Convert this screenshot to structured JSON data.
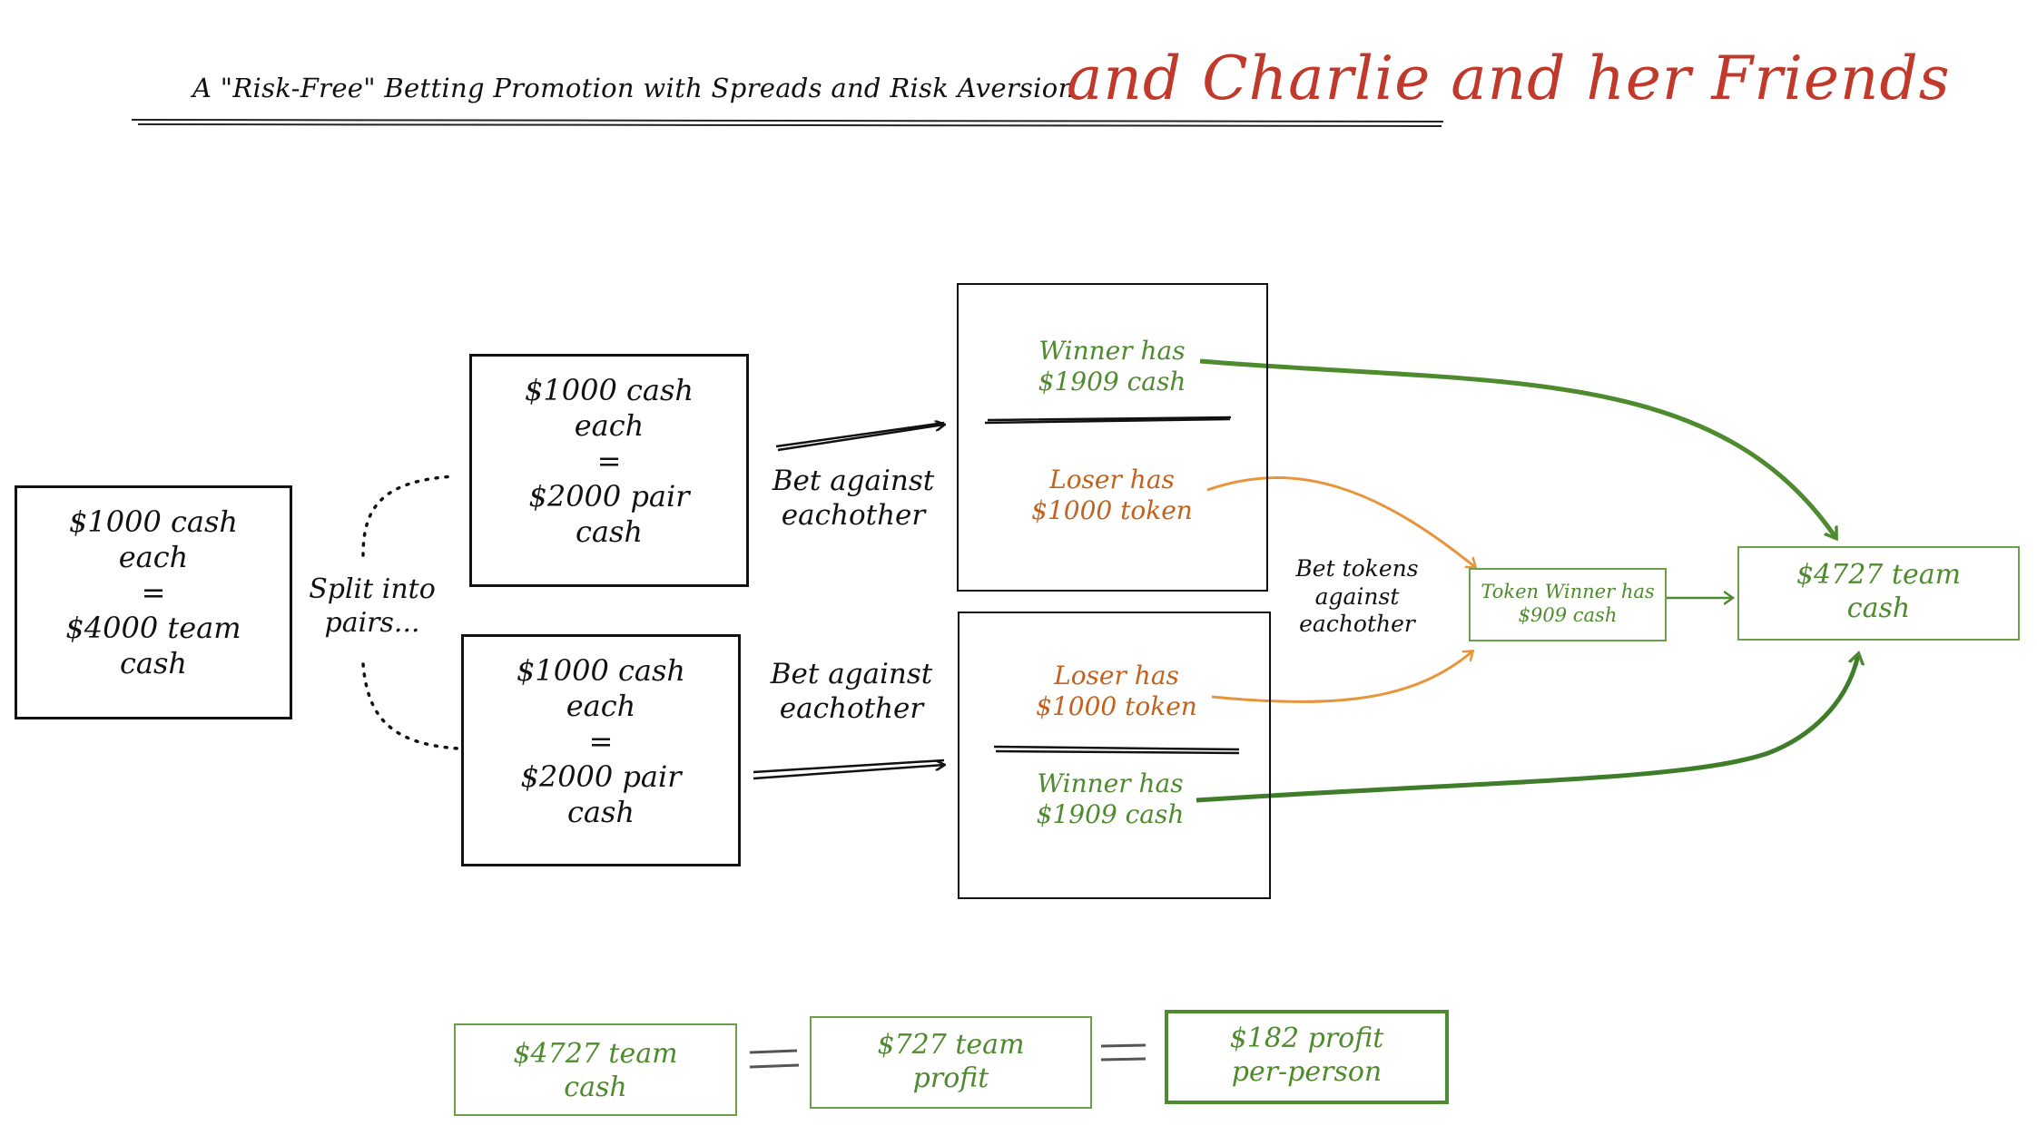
{
  "title": {
    "subtitle": "A \"Risk-Free\" Betting Promotion with Spreads and Risk Aversion",
    "main": "and Charlie and her Friends"
  },
  "team_box": {
    "line1": "$1000 cash",
    "line2": "each",
    "line3": "=",
    "line4": "$4000 team",
    "line5": "cash"
  },
  "split_label": {
    "line1": "Split into",
    "line2": "pairs..."
  },
  "pair_top": {
    "line1": "$1000 cash",
    "line2": "each",
    "line3": "=",
    "line4": "$2000 pair",
    "line5": "cash"
  },
  "pair_bottom": {
    "line1": "$1000 cash",
    "line2": "each",
    "line3": "=",
    "line4": "$2000 pair",
    "line5": "cash"
  },
  "bet_label_top": {
    "line1": "Bet against",
    "line2": "eachother"
  },
  "bet_label_bottom": {
    "line1": "Bet against",
    "line2": "eachother"
  },
  "result_top": {
    "winner": {
      "line1": "Winner has",
      "line2": "$1909 cash"
    },
    "loser": {
      "line1": "Loser has",
      "line2": "$1000 token"
    }
  },
  "result_bottom": {
    "loser": {
      "line1": "Loser has",
      "line2": "$1000 token"
    },
    "winner": {
      "line1": "Winner has",
      "line2": "$1909 cash"
    }
  },
  "bet_tokens_label": {
    "line1": "Bet tokens",
    "line2": "against",
    "line3": "eachother"
  },
  "token_winner": {
    "line1": "Token Winner has",
    "line2": "$909 cash"
  },
  "final_team": {
    "line1": "$4727 team",
    "line2": "cash"
  },
  "summary": {
    "box1": {
      "line1": "$4727 team",
      "line2": "cash"
    },
    "eq1": "=",
    "box2": {
      "line1": "$727 team",
      "line2": "profit"
    },
    "eq2": "=",
    "box3": {
      "line1": "$182 profit",
      "line2": "per-person"
    }
  },
  "colors": {
    "green": "#4e8a2e",
    "dark_green": "#3f7d2a",
    "orange": "#e8943a",
    "orange_text": "#c4621d",
    "red_title": "#c0392b",
    "ink": "#111111"
  }
}
